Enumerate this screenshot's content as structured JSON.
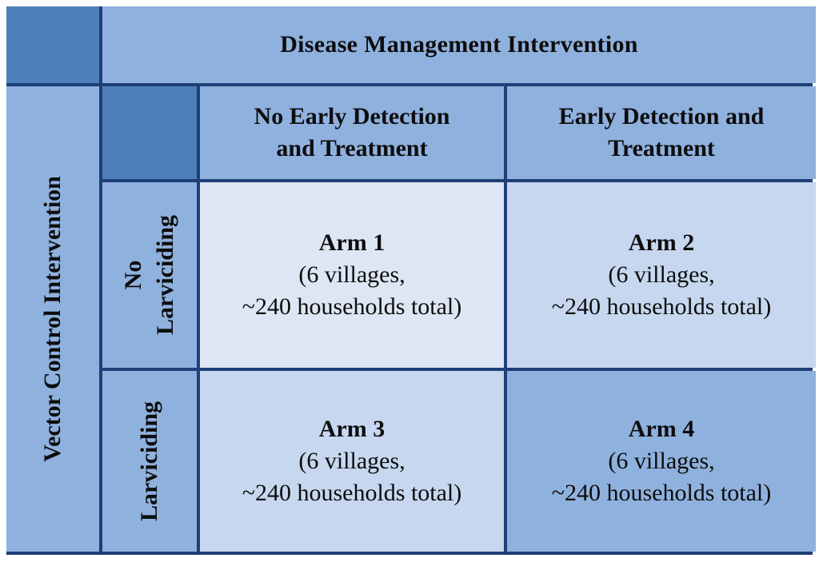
{
  "header": {
    "column_group": "Disease Management Intervention",
    "row_group": "Vector Control Intervention"
  },
  "columns": [
    {
      "line1": "No Early Detection",
      "line2": "and Treatment"
    },
    {
      "line1": "Early Detection and",
      "line2": "Treatment"
    }
  ],
  "rows": [
    {
      "line1": "No",
      "line2": "Larviciding"
    },
    {
      "line1": "Larviciding",
      "line2": ""
    }
  ],
  "arms": [
    {
      "title": "Arm 1",
      "line1": "(6 villages,",
      "line2": "~240 households total)"
    },
    {
      "title": "Arm 2",
      "line1": "(6 villages,",
      "line2": "~240 households total)"
    },
    {
      "title": "Arm 3",
      "line1": "(6 villages,",
      "line2": "~240 households total)"
    },
    {
      "title": "Arm 4",
      "line1": "(6 villages,",
      "line2": "~240 households total)"
    }
  ],
  "colors": {
    "border": "#1f3f78",
    "dark_cell": "#4f7fb9",
    "header_cell": "#8fb1de",
    "light_cell": "#dde6f3",
    "mid_cell": "#c6d7ef"
  }
}
